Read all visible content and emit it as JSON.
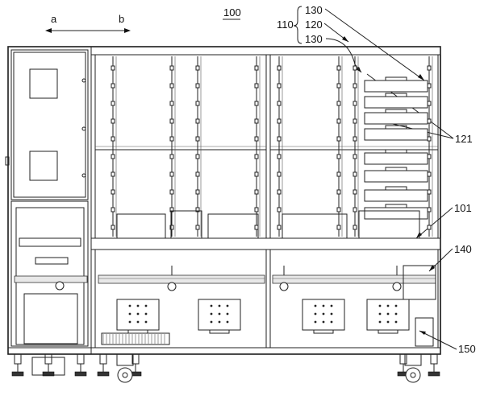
{
  "title": "100",
  "direction": {
    "left": "a",
    "right": "b"
  },
  "labels": {
    "group": "110",
    "top_130": "130",
    "mid_120": "120",
    "bot_130": "130",
    "l121": "121",
    "l101": "101",
    "l140": "140",
    "l150": "150"
  },
  "colors": {
    "line": "#222222",
    "background": "#ffffff"
  }
}
